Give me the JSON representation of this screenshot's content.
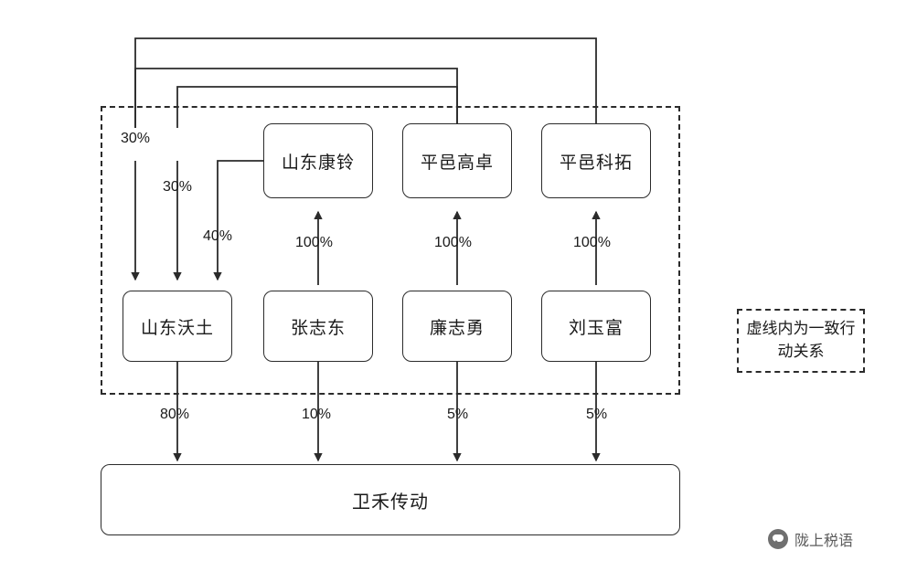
{
  "diagram": {
    "title_visible": false,
    "legend": {
      "text": "虚线内为一致行动关系"
    },
    "nodes": [
      {
        "id": "kangling",
        "label": "山东康铃"
      },
      {
        "id": "gaozhuo",
        "label": "平邑高卓"
      },
      {
        "id": "ketuo",
        "label": "平邑科拓"
      },
      {
        "id": "wotu",
        "label": "山东沃土"
      },
      {
        "id": "zhangzhidong",
        "label": "张志东"
      },
      {
        "id": "lianzhiyong",
        "label": "廉志勇"
      },
      {
        "id": "liuyufu",
        "label": "刘玉富"
      },
      {
        "id": "weihe",
        "label": "卫禾传动"
      }
    ],
    "edges": [
      {
        "from": "kangling",
        "to": "wotu",
        "label": "30%"
      },
      {
        "from": "gaozhuo",
        "to": "wotu",
        "label": "30%"
      },
      {
        "from": "ketuo",
        "to": "wotu",
        "label": "40%"
      },
      {
        "from": "wotu",
        "to": "kangling",
        "label": "100%"
      },
      {
        "from": "zhangzhidong",
        "to": "kangling",
        "label": "100%"
      },
      {
        "from": "lianzhiyong",
        "to": "gaozhuo",
        "label": "100%"
      },
      {
        "from": "liuyufu",
        "to": "ketuo",
        "label": "100%"
      },
      {
        "from": "wotu",
        "to": "weihe",
        "label": "80%"
      },
      {
        "from": "zhangzhidong",
        "to": "weihe",
        "label": "10%"
      },
      {
        "from": "lianzhiyong",
        "to": "weihe",
        "label": "5%"
      },
      {
        "from": "liuyufu",
        "to": "weihe",
        "label": "5%"
      }
    ],
    "edge_labels": {
      "top_30_left": "30%",
      "top_30_right": "30%",
      "forty": "40%",
      "hundred_a": "100%",
      "hundred_b": "100%",
      "hundred_c": "100%",
      "eighty": "80%",
      "ten": "10%",
      "five_a": "5%",
      "five_b": "5%"
    }
  },
  "watermark": {
    "text": "陇上税语",
    "logo_icon": "wechat-official-account-icon"
  }
}
